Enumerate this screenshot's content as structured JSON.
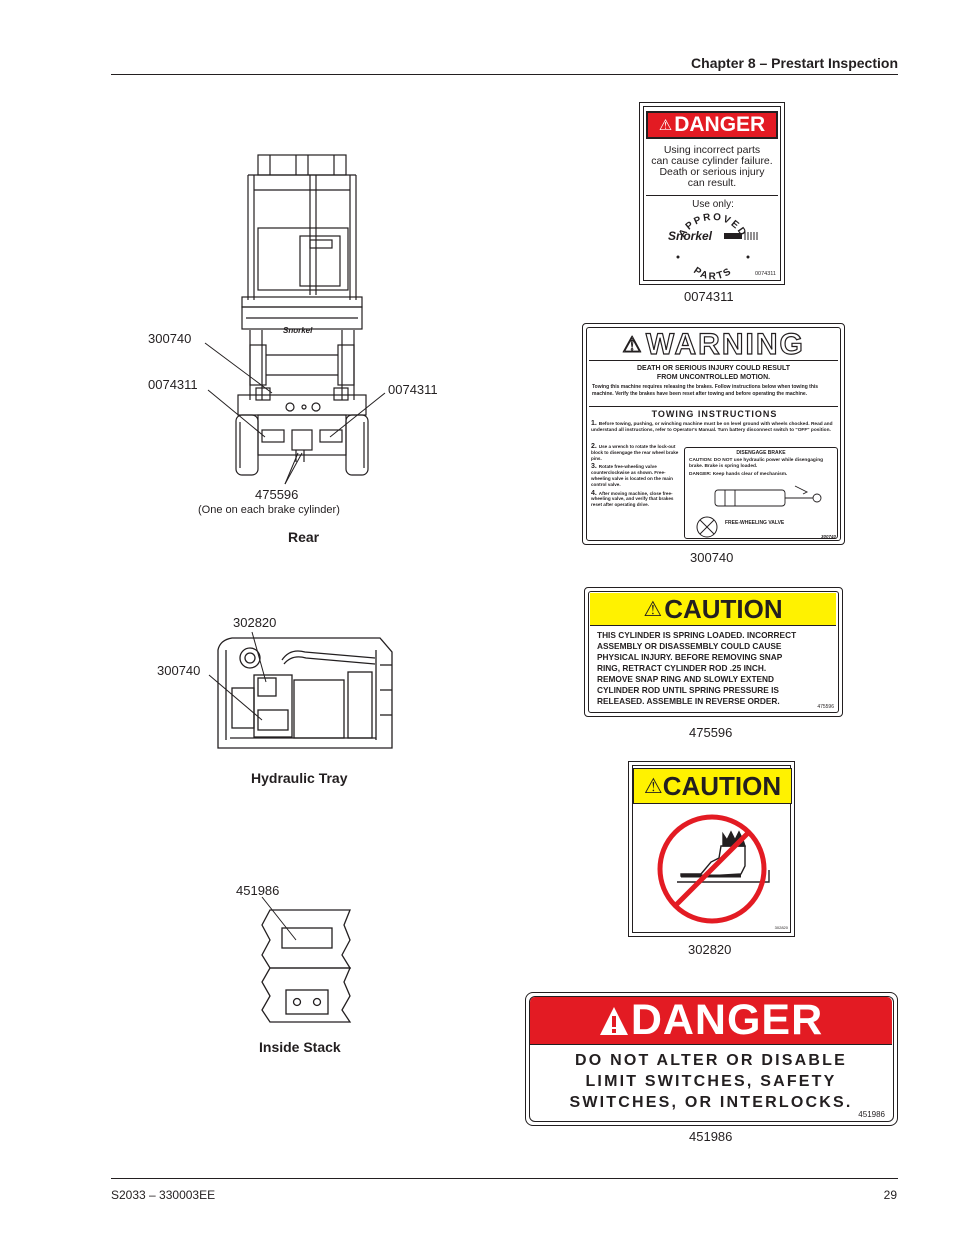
{
  "header": {
    "chapter_title": "Chapter 8 – Prestart Inspection"
  },
  "rear": {
    "caption": "Rear",
    "label_300740": "300740",
    "label_0074311_left": "0074311",
    "label_0074311_right": "0074311",
    "label_475596": "475596",
    "note": "(One on each brake cylinder)",
    "brand_mark": "Snorkel"
  },
  "hydraulic_tray": {
    "caption": "Hydraulic Tray",
    "label_302820": "302820",
    "label_300740": "300740"
  },
  "inside_stack": {
    "caption": "Inside Stack",
    "label_451986": "451986"
  },
  "decal_0074311": {
    "signal_word": "DANGER",
    "message": [
      "Using incorrect parts",
      "can cause cylinder failure.",
      "Death or serious injury",
      "can result."
    ],
    "use_only": "Use only:",
    "badge_top": "APPROVED",
    "badge_brand": "Snorkel",
    "badge_bottom": "PARTS",
    "small_code": "0074311",
    "part_number": "0074311"
  },
  "decal_300740": {
    "signal_word": "WARNING",
    "hazard": [
      "DEATH OR SERIOUS INJURY COULD RESULT",
      "FROM UNCONTROLLED MOTION."
    ],
    "intro": "Towing this machine requires releasing the brakes. Follow instructions below when towing this machine. Verify the brakes have been reset after towing and before operating the machine.",
    "instructions_title": "TOWING INSTRUCTIONS",
    "step_1": "Before towing, pushing, or winching machine must be on level ground with wheels chocked. Read and understand all instructions, refer to Operator's Manual. Turn battery disconnect switch to \"OFF\" position.",
    "step_2": "Use a wrench to rotate the lock-out block to disengage the rear wheel brake pins.",
    "step_3": "Rotate free-wheeling valve counterclockwise as shown. Free-wheeling valve is located on the main control valve.",
    "step_4": "After moving machine, close free-wheeling valve, and verify that brakes reset after operating drive.",
    "brake_title": "DISENGAGE BRAKE",
    "brake_caution": "CAUTION: DO NOT use hydraulic power while disengaging brake. Brake is spring loaded.",
    "brake_warning": "DANGER: Keep hands clear of mechanism.",
    "valve_label": "FREE-WHEELING VALVE",
    "small_code": "300740",
    "part_number": "300740"
  },
  "decal_475596": {
    "signal_word": "CAUTION",
    "message": [
      "THIS CYLINDER IS SPRING LOADED. INCORRECT",
      "ASSEMBLY OR DISASSEMBLY COULD CAUSE",
      "PHYSICAL INJURY. BEFORE REMOVING SNAP",
      "RING, RETRACT CYLINDER ROD .25 INCH.",
      "REMOVE SNAP RING AND SLOWLY EXTEND",
      "CYLINDER ROD UNTIL SPRING PRESSURE IS",
      "RELEASED. ASSEMBLE IN REVERSE ORDER."
    ],
    "small_code": "475596",
    "part_number": "475596"
  },
  "decal_302820": {
    "signal_word": "CAUTION",
    "small_code": "302820",
    "part_number": "302820"
  },
  "decal_451986": {
    "signal_word": "DANGER",
    "message": [
      "DO NOT ALTER OR DISABLE",
      "LIMIT SWITCHES, SAFETY",
      "SWITCHES, OR INTERLOCKS."
    ],
    "small_code": "451986",
    "part_number": "451986"
  },
  "footer": {
    "doc_id": "S2033 – 330003EE",
    "page_number": "29"
  },
  "colors": {
    "danger_red": "#e31b23",
    "caution_yellow": "#fff200",
    "ink": "#231f20"
  }
}
